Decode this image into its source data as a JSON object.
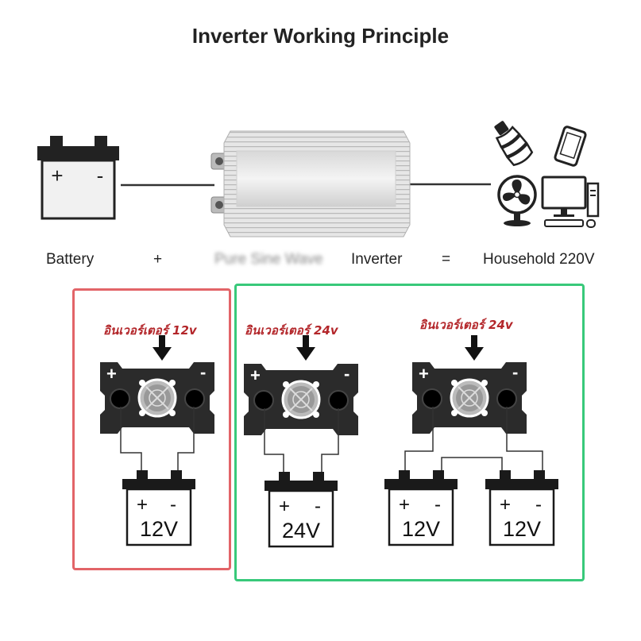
{
  "title": "Inverter Working Principle",
  "equation": {
    "battery": "Battery",
    "plus": "+",
    "blurred_brand": "Pure Sine Wave",
    "inverter": "Inverter",
    "equals": "=",
    "household": "Household 220V"
  },
  "top_battery": {
    "plus": "+",
    "minus": "-"
  },
  "configs": [
    {
      "label": "อินเวอร์เตอร์ 12v",
      "inverter_plus": "+",
      "inverter_minus": "-",
      "batteries": [
        {
          "plus": "+",
          "minus": "-",
          "voltage": "12V"
        }
      ]
    },
    {
      "label": "อินเวอร์เตอร์ 24v",
      "inverter_plus": "+",
      "inverter_minus": "-",
      "batteries": [
        {
          "plus": "+",
          "minus": "-",
          "voltage": "24V"
        }
      ]
    },
    {
      "label": "อินเวอร์เตอร์ 24v",
      "inverter_plus": "+",
      "inverter_minus": "-",
      "batteries": [
        {
          "plus": "+",
          "minus": "-",
          "voltage": "12V"
        },
        {
          "plus": "+",
          "minus": "-",
          "voltage": "12V"
        }
      ]
    }
  ],
  "colors": {
    "frame_single": "#e26468",
    "frame_series": "#38c97a",
    "label_red": "#b3262a"
  },
  "icons": [
    "car-battery-icon",
    "inverter-device-icon",
    "light-bulb-icon",
    "smartphone-icon",
    "fan-icon",
    "desktop-computer-icon"
  ]
}
